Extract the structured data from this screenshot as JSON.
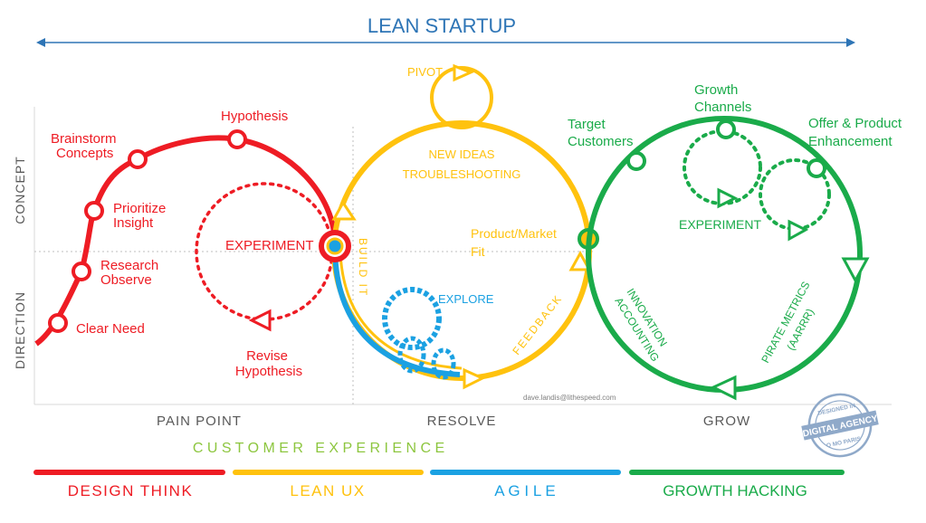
{
  "title": "LEAN STARTUP",
  "axis": {
    "top_label": "CONCEPT",
    "bottom_label": "DIRECTION"
  },
  "colors": {
    "red": "#ee1c24",
    "yellow": "#ffc20e",
    "blue": "#1ba1e2",
    "green": "#1aab4a",
    "title_blue": "#2e75b6",
    "axis_gray": "#595959",
    "cx_green": "#8dc63f"
  },
  "design_think_labels": {
    "clear_need": "Clear Need",
    "research": "Research",
    "observe": "Observe",
    "prioritize": "Prioritize",
    "insight": "Insight",
    "brainstorm": "Brainstorm",
    "concepts": "Concepts",
    "hypothesis": "Hypothesis",
    "experiment": "EXPERIMENT",
    "revise": "Revise",
    "revise_hyp": "Hypothesis"
  },
  "lean_labels": {
    "pivot": "PIVOT",
    "new_ideas": "NEW IDEAS",
    "troubleshooting": "TROUBLESHOOTING",
    "build_it": "BUILD IT",
    "explore": "EXPLORE",
    "feedback": "FEEDBACK",
    "pmf1": "Product/Market",
    "pmf2": "Fit",
    "credit": "dave.landis@lithespeed.com"
  },
  "grow_labels": {
    "target1": "Target",
    "target2": "Customers",
    "channels1": "Growth",
    "channels2": "Channels",
    "offer1": "Offer & Product",
    "offer2": "Enhancement",
    "experiment": "EXPERIMENT",
    "innovation1": "INNOVATION",
    "innovation2": "ACCOUNTING",
    "pirate1": "PIRATE METRICS",
    "pirate2": "(AARRR)"
  },
  "phases": {
    "pain_point": "PAIN POINT",
    "resolve": "RESOLVE",
    "grow": "GROW"
  },
  "customer_experience": "C U S T O M E R   E X P E R I E N C E",
  "methods": {
    "design_think": "DESIGN THINK",
    "lean_ux": "LEAN UX",
    "agile": "A G I L E",
    "growth_hacking": "GROWTH HACKING"
  },
  "stamp": {
    "top": "DESIGNED IN",
    "main": "DIGITAL AGENCY",
    "bottom": "Q MO PARIS"
  }
}
